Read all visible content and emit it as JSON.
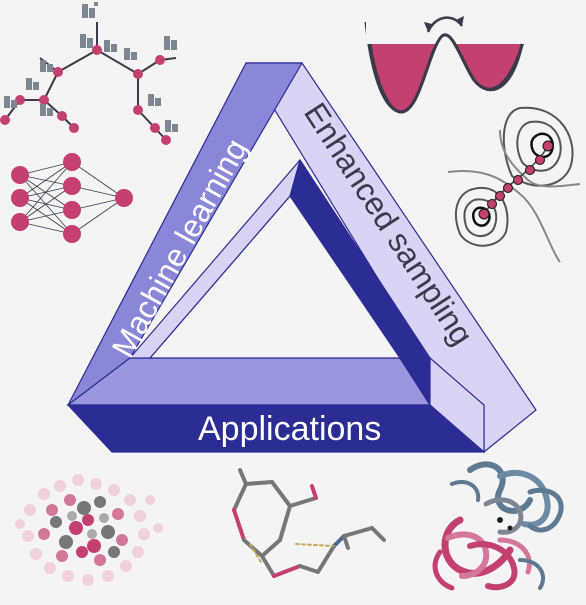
{
  "labels": {
    "left_side": "Machine learning",
    "right_side": "Enhanced sampling",
    "bottom_side": "Applications"
  },
  "colors": {
    "background": "#f4f4f4",
    "triangle_light": "#d9d3f4",
    "triangle_medium": "#8a86d8",
    "triangle_dark": "#2b2c94",
    "accent_pink": "#c4406e",
    "line_dark": "#3a3a4a",
    "block_gray": "#7d8793"
  },
  "icons": [
    "graph-network-icon",
    "neural-network-icon",
    "double-well-potential-icon",
    "free-energy-contour-icon",
    "molecular-cluster-icon",
    "molecule-structure-icon",
    "protein-ribbon-icon"
  ]
}
